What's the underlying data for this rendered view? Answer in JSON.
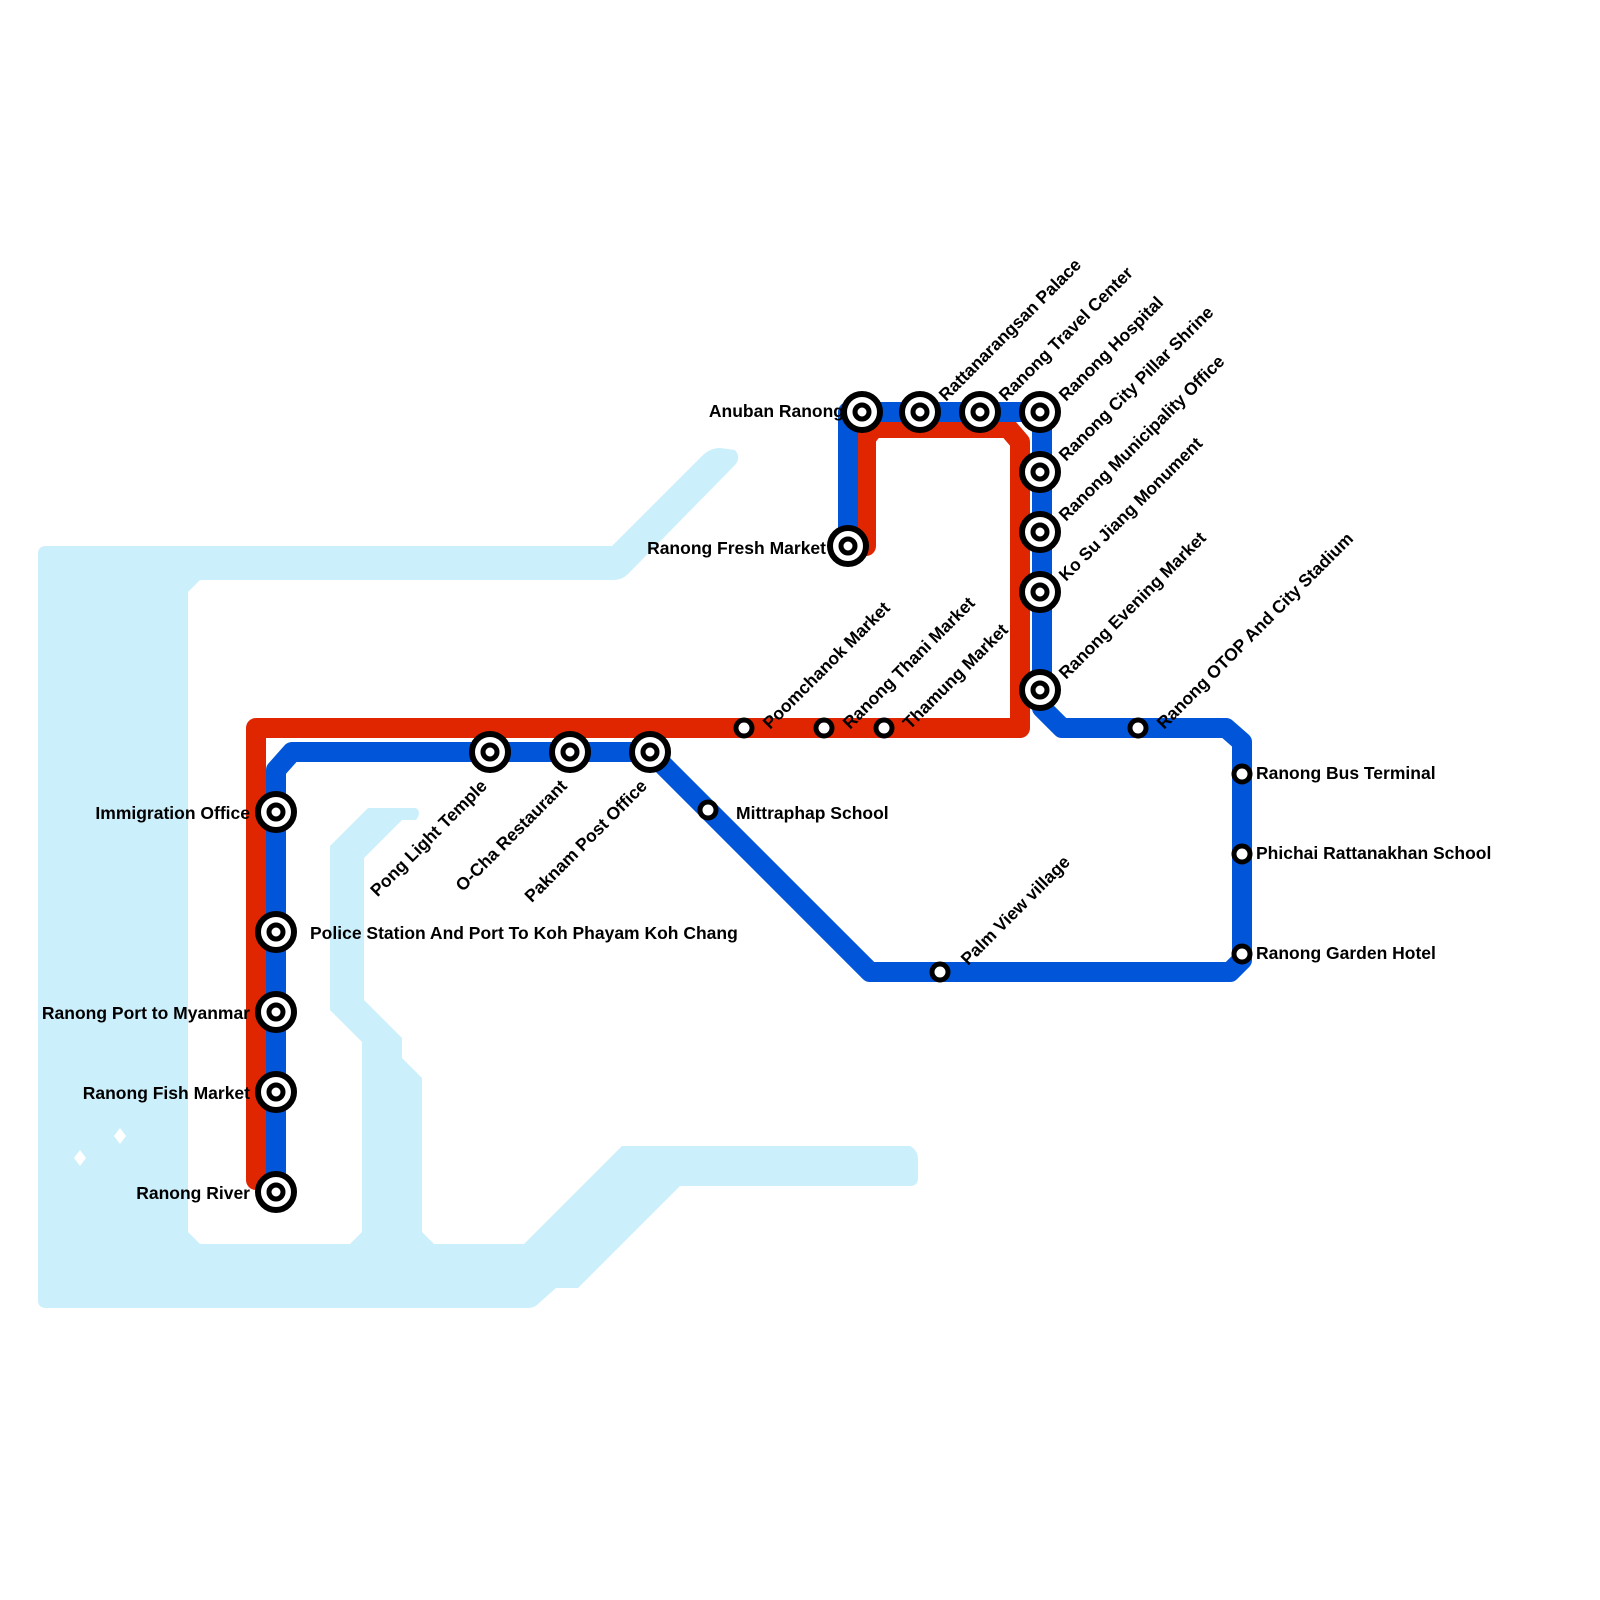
{
  "map": {
    "title": "Ranong Transit Map",
    "colors": {
      "red_line": "#E02600",
      "blue_line": "#0055D8",
      "water": "#CCEFFC",
      "station_ring": "#000000",
      "station_fill": "#FFFFFF"
    },
    "lines": [
      {
        "name": "Red Line",
        "color": "#E02600"
      },
      {
        "name": "Blue Line",
        "color": "#0055D8"
      }
    ],
    "stations": [
      {
        "name": "Anuban Ranong",
        "type": "interchange"
      },
      {
        "name": "Rattanarangsan Palace",
        "type": "interchange"
      },
      {
        "name": "Ranong Travel Center",
        "type": "interchange"
      },
      {
        "name": "Ranong Hospital",
        "type": "interchange"
      },
      {
        "name": "Ranong City Pillar Shrine",
        "type": "interchange"
      },
      {
        "name": "Ranong Municipality Office",
        "type": "interchange"
      },
      {
        "name": "Ko Su Jiang Monument",
        "type": "interchange"
      },
      {
        "name": "Ranong Evening Market",
        "type": "interchange"
      },
      {
        "name": "Ranong Fresh Market",
        "type": "interchange"
      },
      {
        "name": "Poomchanok Market",
        "type": "stop"
      },
      {
        "name": "Ranong Thani Market",
        "type": "stop"
      },
      {
        "name": "Thamung Market",
        "type": "stop"
      },
      {
        "name": "Ranong OTOP And City Stadium",
        "type": "stop"
      },
      {
        "name": "Ranong Bus Terminal",
        "type": "stop"
      },
      {
        "name": "Phichai Rattanakhan School",
        "type": "stop"
      },
      {
        "name": "Ranong Garden Hotel",
        "type": "stop"
      },
      {
        "name": "Palm View village",
        "type": "stop"
      },
      {
        "name": "Mittraphap School",
        "type": "stop"
      },
      {
        "name": "Pong Light Temple",
        "type": "interchange"
      },
      {
        "name": "O-Cha Restaurant",
        "type": "interchange"
      },
      {
        "name": "Paknam Post Office",
        "type": "interchange"
      },
      {
        "name": "Immigration Office",
        "type": "interchange"
      },
      {
        "name": "Police Station And Port To Koh Phayam Koh Chang",
        "type": "interchange"
      },
      {
        "name": "Ranong Port to Myanmar",
        "type": "interchange"
      },
      {
        "name": "Ranong Fish Market",
        "type": "interchange"
      },
      {
        "name": "Ranong River",
        "type": "interchange"
      }
    ]
  }
}
